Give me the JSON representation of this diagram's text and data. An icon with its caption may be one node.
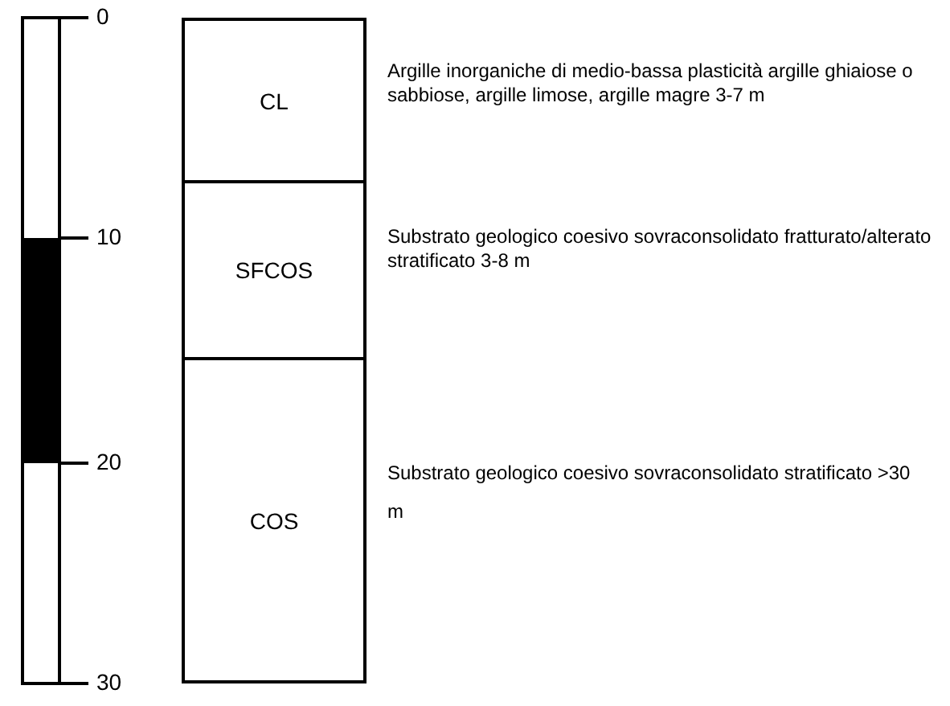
{
  "diagram": {
    "nodes": [
      {
        "text": [
          "CL"
        ],
        "beside": [
          "Argille inorganiche di medio-bassa plasticità argille ghiaiose o sabbiose, argille limose, argille magre 3-7 m"
        ]
      },
      {
        "text": [
          "SFCOS"
        ],
        "beside": [
          "Substrato geologico coesivo sovraconsolidato fratturato/alterato stratificato 3-8 m"
        ]
      },
      {
        "text": [
          "COS"
        ],
        "beside": [
          "Substrato geologico coesivo sovraconsolidato stratificato >30 m"
        ]
      }
    ],
    "labels": [
      "0",
      "10",
      "20",
      "30"
    ]
  }
}
